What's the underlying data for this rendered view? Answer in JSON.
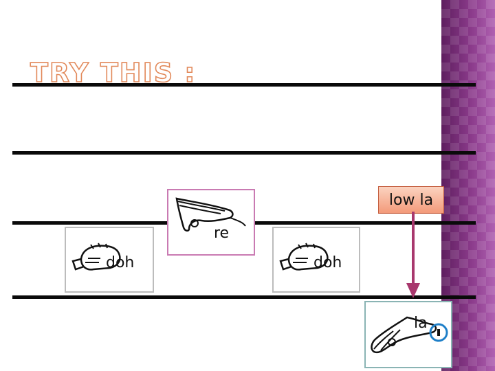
{
  "title": "TRY THIS :",
  "callout": {
    "label": "low la"
  },
  "cards": [
    {
      "syllable": "doh"
    },
    {
      "syllable": "re"
    },
    {
      "syllable": "doh"
    },
    {
      "syllable": "la"
    }
  ],
  "colors": {
    "title_outline": "#e2895a",
    "arrow": "#a8386d",
    "band": "#7a2d78",
    "callout": "#f39a7a",
    "highlight_circle": "#1e7fc8"
  }
}
